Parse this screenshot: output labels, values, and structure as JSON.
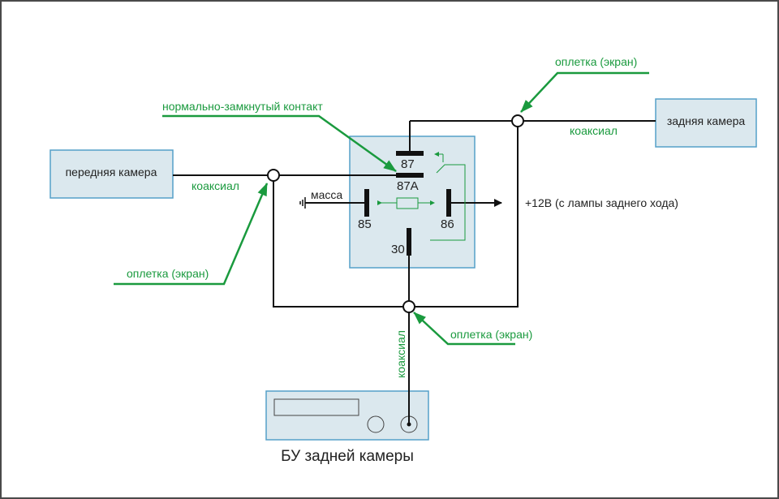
{
  "colors": {
    "wire": "#111111",
    "annotation": "#1a9a3e",
    "box_fill": "#dbe8ee",
    "box_stroke": "#55a0c8"
  },
  "labels": {
    "front_camera": "передняя камера",
    "rear_camera": "задняя камера",
    "control_unit": "БУ задней камеры",
    "coax_front": "коаксиал",
    "coax_rear": "коаксиал",
    "coax_bottom": "коаксиал",
    "shield_top": "оплетка (экран)",
    "shield_left": "оплетка (экран)",
    "shield_bottom": "оплетка (экран)",
    "nc_contact": "нормально-замкнутый контакт",
    "ground": "масса",
    "power": "+12В (с лампы заднего хода)"
  },
  "relay_pins": {
    "p87": "87",
    "p87a": "87А",
    "p85": "85",
    "p86": "86",
    "p30": "30"
  }
}
